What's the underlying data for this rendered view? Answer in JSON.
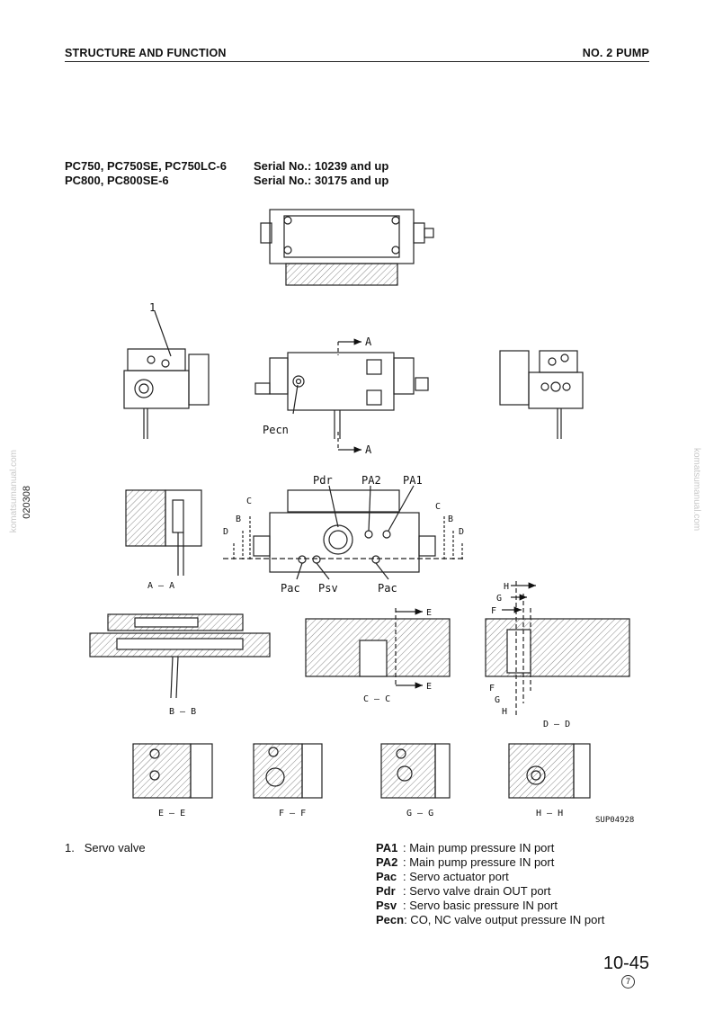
{
  "header": {
    "section": "STRUCTURE AND FUNCTION",
    "component": "NO. 2 PUMP"
  },
  "models": [
    {
      "model": "PC750, PC750SE, PC750LC-6",
      "serial": "Serial No.: 10239 and up"
    },
    {
      "model": "PC800, PC800SE-6",
      "serial": "Serial No.: 30175 and up"
    }
  ],
  "watermark": "komatsumanual.com",
  "doc_code": "020308",
  "figure": {
    "callout": "1",
    "ports": {
      "pecn": "Pecn",
      "pdr": "Pdr",
      "pa2": "PA2",
      "pa1": "PA1",
      "pac": "Pac",
      "psv": "Psv"
    },
    "cut_letters": {
      "a": "A",
      "b": "B",
      "c": "C",
      "d": "D",
      "e": "E",
      "f": "F",
      "g": "G",
      "h": "H"
    },
    "sections": {
      "aa": "A – A",
      "bb": "B – B",
      "cc": "C – C",
      "dd": "D – D",
      "ee": "E – E",
      "ff": "F – F",
      "gg": "G – G",
      "hh": "H – H"
    },
    "code": "SUP04928"
  },
  "legend_left": [
    {
      "num": "1.",
      "text": "Servo valve"
    }
  ],
  "legend_right": [
    {
      "key": "PA1",
      "text": ": Main pump pressure IN port"
    },
    {
      "key": "PA2",
      "text": ": Main pump pressure IN port"
    },
    {
      "key": "Pac",
      "text": ": Servo actuator port"
    },
    {
      "key": "Pdr",
      "text": ": Servo valve drain OUT port"
    },
    {
      "key": "Psv",
      "text": ": Servo basic pressure IN port"
    },
    {
      "key": "Pecn",
      "text": ": CO, NC valve output pressure IN port"
    }
  ],
  "page_number": "10-45",
  "revision": "7"
}
